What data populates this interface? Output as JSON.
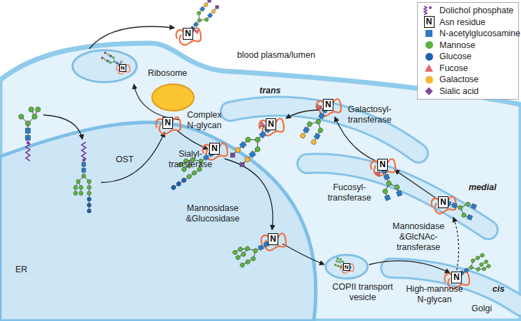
{
  "diagram": {
    "labels": [
      "blood plasma/lumen",
      "N",
      "N",
      "N",
      "trans",
      "Complex N-glycan",
      "N",
      "Sialyl-transferase",
      "Galactosyl-transferase",
      "N",
      "Fucosyl-transferase",
      "N",
      "medial",
      "Mannosidase &GlcNAc-transferase",
      "N",
      "cis",
      "N",
      "High-mannose N-glycan",
      "Golgi",
      "COPII transport vesicle",
      "N",
      "Ribosome",
      "N",
      "OST",
      "N",
      "Mannosidase &Glucosidase",
      "N",
      "ER"
    ],
    "legend": [
      {
        "text": "Dolichol phosphate"
      },
      {
        "text": "Asn residue"
      },
      {
        "text": "N-acetylglucosamine",
        "color": "#2a7bc6"
      },
      {
        "text": "Mannose",
        "color": "#5cb23f"
      },
      {
        "text": "Glucose",
        "color": "#1f5fae"
      },
      {
        "text": "Fucose",
        "color": "#e8636f"
      },
      {
        "text": "Galactose",
        "color": "#f7b731"
      },
      {
        "text": "Sialic acid",
        "color": "#7d4a9e"
      }
    ]
  }
}
